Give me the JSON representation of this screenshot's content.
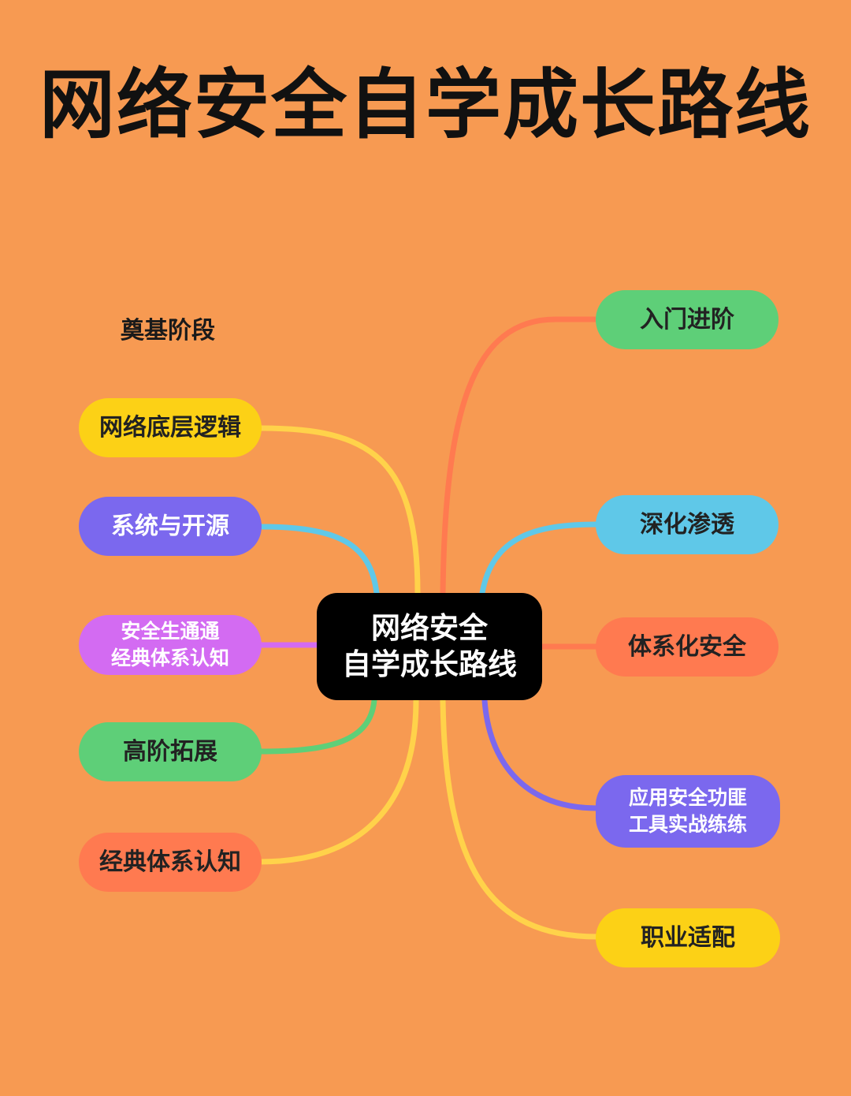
{
  "title": "网络安全自学成长路线",
  "section_label": "奠基阶段",
  "center": {
    "line1": "网络安全",
    "line2": "自学成长路线"
  },
  "left_nodes": [
    {
      "label": "网络底层逻辑",
      "color": "#FCD116",
      "line_color": "#FFD24A"
    },
    {
      "label": "系统与开源",
      "color": "#7B68EE",
      "line_color": "#5FC8E8"
    },
    {
      "line1": "安全生通通",
      "line2": "经典体系认知",
      "color": "#D36BF2",
      "line_color": "#D36BF2"
    },
    {
      "label": "高阶拓展",
      "color": "#5ECF78",
      "line_color": "#5ECF78"
    },
    {
      "label": "经典体系认知",
      "color": "#FF7A50",
      "line_color": "#FFD24A"
    }
  ],
  "right_nodes": [
    {
      "label": "入门进阶",
      "color": "#5ECF78",
      "line_color": "#FF7A50"
    },
    {
      "label": "深化渗透",
      "color": "#5FC8E8",
      "line_color": "#5FC8E8"
    },
    {
      "label": "体系化安全",
      "color": "#FF7A50",
      "line_color": "#FF7A50"
    },
    {
      "line1": "应用安全功匪",
      "line2": "工具实战练练",
      "color": "#7B68EE",
      "line_color": "#7B68EE"
    },
    {
      "label": "职业适配",
      "color": "#FCD116",
      "line_color": "#FFD24A"
    }
  ]
}
